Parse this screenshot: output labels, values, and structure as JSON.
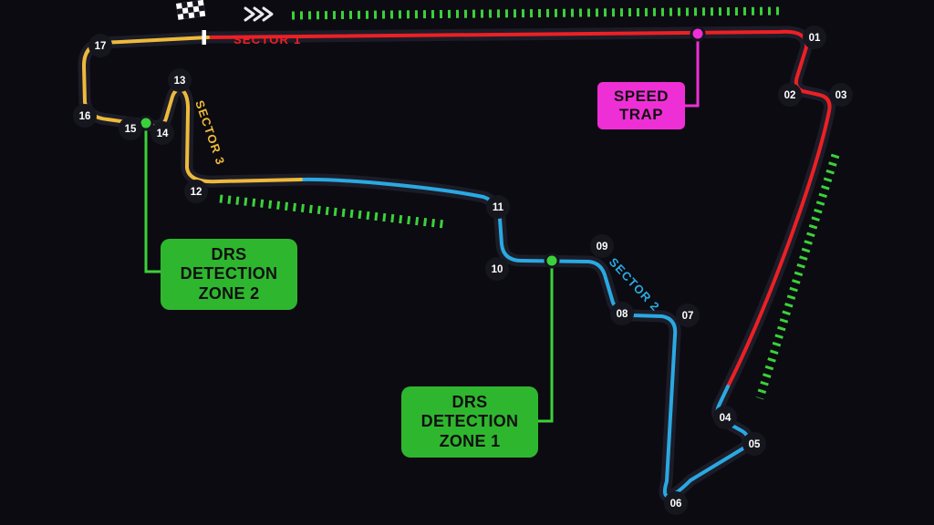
{
  "turns": [
    "01",
    "02",
    "03",
    "04",
    "05",
    "06",
    "07",
    "08",
    "09",
    "10",
    "11",
    "12",
    "13",
    "14",
    "15",
    "16",
    "17"
  ],
  "sectors": {
    "s1": {
      "label": "SECTOR 1",
      "color": "#ed2024"
    },
    "s2": {
      "label": "SECTOR 2",
      "color": "#2aa9e2"
    },
    "s3": {
      "label": "SECTOR 3",
      "color": "#eeba3a"
    }
  },
  "speed_trap": {
    "line1": "SPEED",
    "line2": "TRAP",
    "color": "#ef2fd6"
  },
  "drs_zone1": {
    "line1": "DRS",
    "line2": "DETECTION",
    "line3": "ZONE 1"
  },
  "drs_zone2": {
    "line1": "DRS",
    "line2": "DETECTION",
    "line3": "ZONE 2"
  },
  "colors": {
    "background": "#0c0b11",
    "track": "#1c1c28",
    "drs_green": "#3bd13b",
    "drs_box_green": "#2fb62f",
    "speed_trap_magenta": "#ef2fd6",
    "turn_marker_fill": "#16161f"
  }
}
